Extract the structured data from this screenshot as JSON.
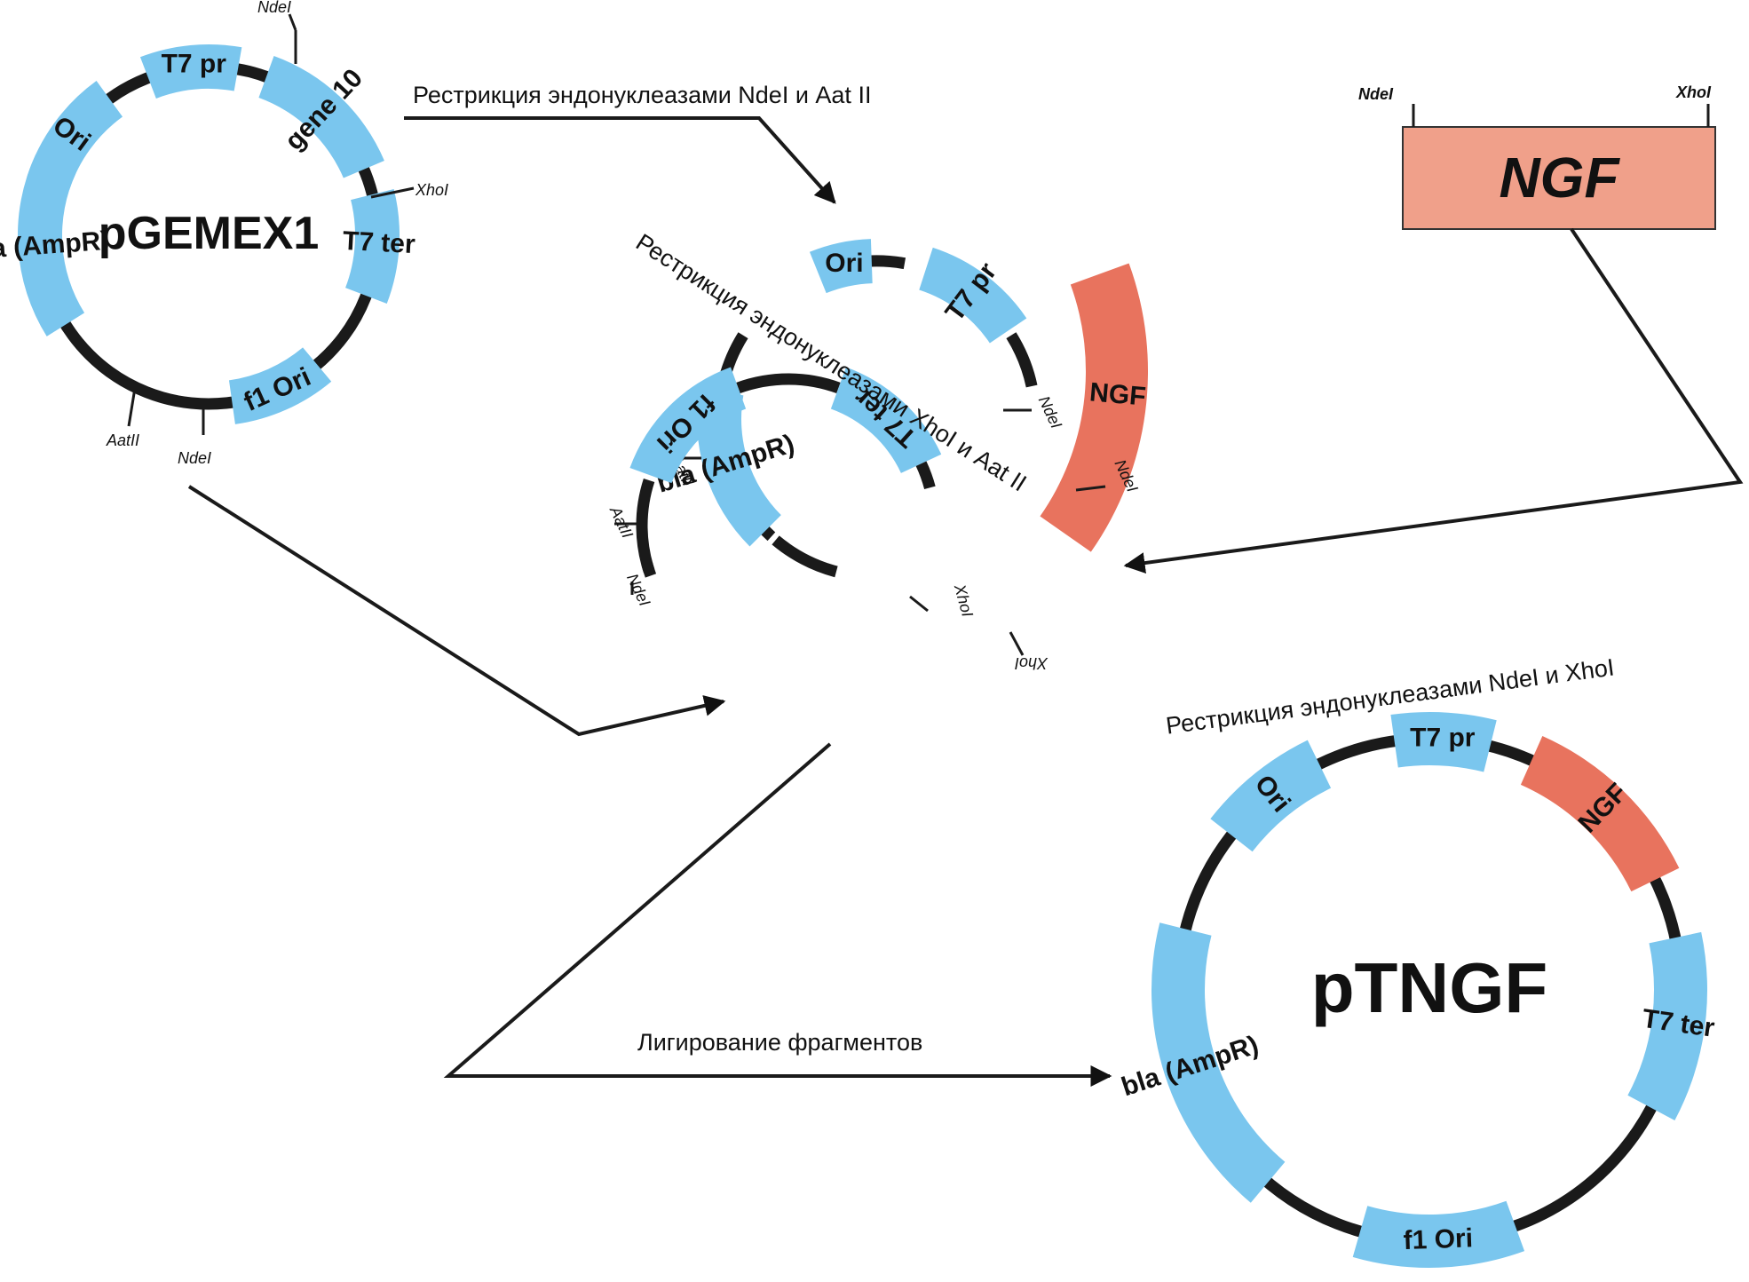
{
  "colors": {
    "backbone": "#1a1a1a",
    "element": "#7ac6ee",
    "gene": "#e8735e",
    "insert_box": "#f0a08a",
    "text": "#111111"
  },
  "plasmid_pgemex1": {
    "name": "pGEMEX1",
    "segments": [
      "Ori",
      "T7 pr",
      "gene 10",
      "T7 ter",
      "f1 Ori",
      "bla (AmpR)"
    ],
    "sites": [
      "NdeI",
      "XhoI",
      "AatII",
      "NdeI"
    ]
  },
  "fragments": {
    "fragment_a": {
      "segments": [
        "Ori",
        "T7 pr",
        "bla (AmpR)"
      ],
      "sites": [
        "NdeI",
        "AatII"
      ]
    },
    "fragment_b": {
      "segments": [
        "f1 Ori",
        "T7 ter"
      ],
      "sites": [
        "AatII",
        "NdeI",
        "XhoI"
      ]
    },
    "insert_ngf": {
      "label": "NGF",
      "sites": [
        "NdeI",
        "XhoI"
      ]
    }
  },
  "insert_box": {
    "label": "NGF",
    "sites": [
      "NdeI",
      "XhoI"
    ]
  },
  "plasmid_ptngf": {
    "name": "pTNGF",
    "segments": [
      "Ori",
      "T7 pr",
      "NGF",
      "T7 ter",
      "f1 Ori",
      "bla (AmpR)"
    ]
  },
  "arrows": {
    "restriction_ndei_aatii": "Рестрикция эндонуклеазами NdeI и Aat II",
    "restriction_xhoi_aatii": "Рестрикция эндонуклеазами XhoI и Aat II",
    "restriction_ndei_xhoi": "Рестрикция эндонуклеазами NdeI и XhoI",
    "ligation": "Лигирование фрагментов"
  }
}
